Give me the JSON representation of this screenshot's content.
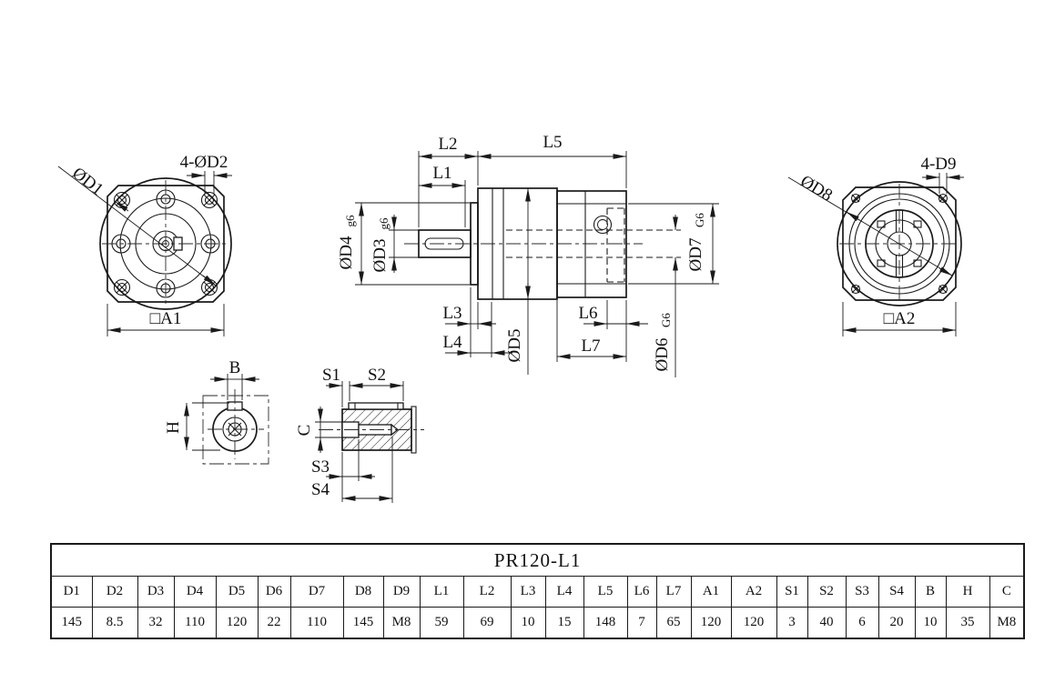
{
  "front_view": {
    "d1": "ØD1",
    "d2": "4-ØD2",
    "a1": "□A1"
  },
  "side_view": {
    "l1": "L1",
    "l2": "L2",
    "l3": "L3",
    "l4": "L4",
    "l5": "L5",
    "l6": "L6",
    "l7": "L7",
    "d3": "ØD3",
    "d3_tol": "g6",
    "d4": "ØD4",
    "d4_tol": "g6",
    "d5": "ØD5",
    "d6": "ØD6",
    "d6_tol": "G6",
    "d7": "ØD7",
    "d7_tol": "G6"
  },
  "rear_view": {
    "d8": "ØD8",
    "d9": "4-D9",
    "a2": "□A2"
  },
  "key_end_view": {
    "b": "B",
    "h": "H"
  },
  "key_section_view": {
    "s1": "S1",
    "s2": "S2",
    "s3": "S3",
    "s4": "S4",
    "c": "C"
  },
  "table": {
    "title": "PR120-L1",
    "headers": [
      "D1",
      "D2",
      "D3",
      "D4",
      "D5",
      "D6",
      "D7",
      "D8",
      "D9",
      "L1",
      "L2",
      "L3",
      "L4",
      "L5",
      "L6",
      "L7",
      "A1",
      "A2",
      "S1",
      "S2",
      "S3",
      "S4",
      "B",
      "H",
      "C"
    ],
    "values": [
      "145",
      "8.5",
      "32",
      "110",
      "120",
      "22",
      "110",
      "145",
      "M8",
      "59",
      "69",
      "10",
      "15",
      "148",
      "7",
      "65",
      "120",
      "120",
      "3",
      "40",
      "6",
      "20",
      "10",
      "35",
      "M8"
    ]
  },
  "colors": {
    "line": "#1a1a1a",
    "background": "#ffffff"
  }
}
